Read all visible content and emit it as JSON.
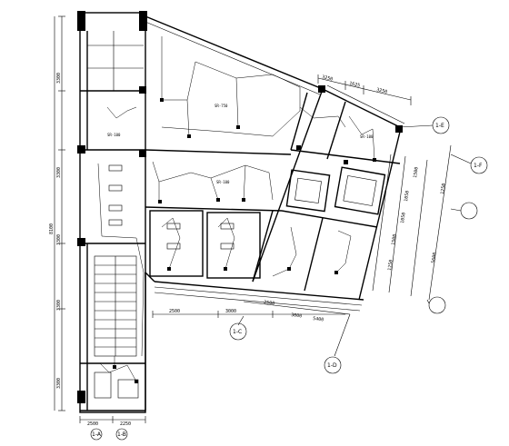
{
  "dimensions": {
    "left_vertical": [
      "3300",
      "3300",
      "3300",
      "3300",
      "3300"
    ],
    "left_total": "8100",
    "bottom": [
      "2500",
      "2250"
    ],
    "mid_bottom": [
      "2500",
      "3000"
    ],
    "right_bottom": [
      "2500",
      "3000",
      "5400"
    ],
    "top_right": [
      "3250",
      "1625",
      "3250"
    ],
    "right_side": [
      "1500",
      "1050",
      "1050",
      "1500",
      "1250",
      "1250",
      "5600"
    ]
  },
  "grid_bubbles": [
    "1-A",
    "1-B",
    "1-C",
    "1-D",
    "1-E",
    "1-F"
  ],
  "room_labels": [
    "SR-750",
    "SR-100",
    "SR-100",
    "SR-100"
  ]
}
